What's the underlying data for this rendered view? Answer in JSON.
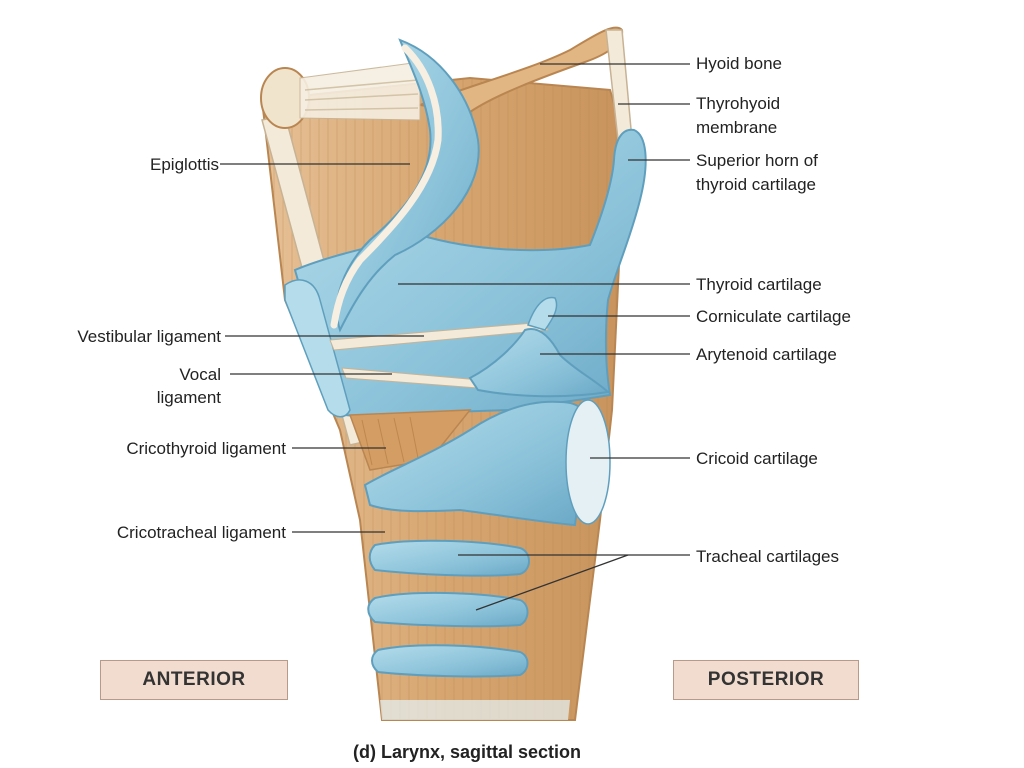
{
  "labels": {
    "hyoid_bone": "Hyoid bone",
    "thyrohyoid_membrane_1": "Thyrohyoid",
    "thyrohyoid_membrane_2": "membrane",
    "superior_horn_1": "Superior horn of",
    "superior_horn_2": "thyroid cartilage",
    "epiglottis": "Epiglottis",
    "thyroid_cartilage": "Thyroid cartilage",
    "corniculate_cartilage": "Corniculate cartilage",
    "vestibular_ligament": "Vestibular ligament",
    "arytenoid_cartilage": "Arytenoid cartilage",
    "vocal_ligament_1": "Vocal",
    "vocal_ligament_2": "ligament",
    "cricothyroid_ligament": "Cricothyroid ligament",
    "cricoid_cartilage": "Cricoid cartilage",
    "cricotracheal_ligament": "Cricotracheal ligament",
    "tracheal_cartilages": "Tracheal cartilages"
  },
  "orientation": {
    "anterior": "ANTERIOR",
    "posterior": "POSTERIOR"
  },
  "caption": "(d) Larynx, sagittal section",
  "colors": {
    "cartilage_blue": "#8fc6dc",
    "cartilage_blue_dark": "#5f9fbd",
    "tissue_tan": "#d9ad7c",
    "tissue_tan_dark": "#b98652",
    "bone": "#e2b682",
    "ligament_light": "#f3ead9",
    "box_fill": "#f1dccf"
  }
}
